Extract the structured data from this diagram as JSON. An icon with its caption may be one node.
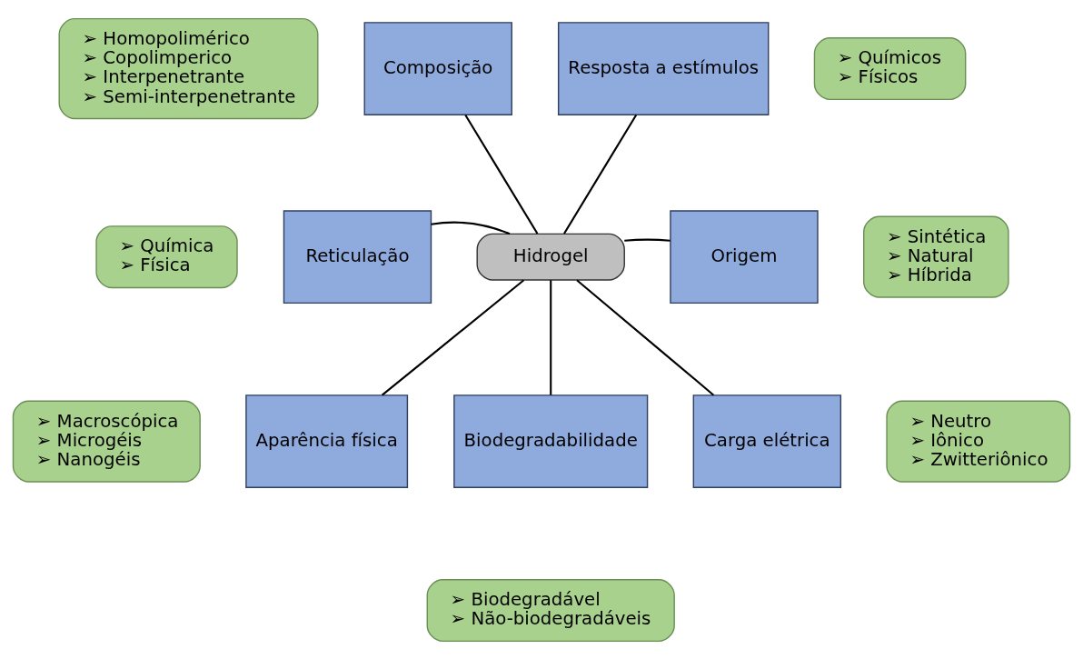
{
  "diagram": {
    "nodes": [
      {
        "text": [
          "➢ Homopolimérico",
          "➢ Copolimperico",
          "➢ Interpenetrante",
          "➢ Semi-interpenetrante"
        ]
      },
      {
        "text": [
          "Composição"
        ]
      },
      {
        "text": [
          "Resposta a estímulos"
        ]
      },
      {
        "text": [
          "➢ Químicos",
          "➢ Físicos"
        ]
      },
      {
        "text": [
          "➢ Química",
          "➢ Física"
        ]
      },
      {
        "text": [
          "Reticulação"
        ]
      },
      {
        "text": [
          "Hidrogel"
        ]
      },
      {
        "text": [
          "Origem"
        ]
      },
      {
        "text": [
          "➢ Sintética",
          "➢ Natural",
          "➢ Híbrida"
        ]
      },
      {
        "text": [
          "➢ Macroscópica",
          "➢ Microgéis",
          "➢ Nanogéis"
        ]
      },
      {
        "text": [
          "Aparência física"
        ]
      },
      {
        "text": [
          "Biodegradabilidade"
        ]
      },
      {
        "text": [
          "Carga elétrica"
        ]
      },
      {
        "text": [
          "➢ Neutro",
          "➢ Iônico",
          "➢ Zwitteriônico"
        ]
      },
      {
        "text": [
          "➢ Biodegradável",
          "➢ Não-biodegradáveis"
        ]
      }
    ],
    "edges": [
      {
        "from": 1,
        "to": 6,
        "arrow": "none"
      },
      {
        "from": 2,
        "to": 6,
        "arrow": "none"
      },
      {
        "from": 5,
        "to": 6,
        "arrow": "none"
      },
      {
        "from": 6,
        "to": 7,
        "arrow": "none"
      },
      {
        "from": 6,
        "to": 10,
        "arrow": "none"
      },
      {
        "from": 6,
        "to": 11,
        "arrow": "none"
      },
      {
        "from": 6,
        "to": 12,
        "arrow": "none"
      }
    ]
  }
}
